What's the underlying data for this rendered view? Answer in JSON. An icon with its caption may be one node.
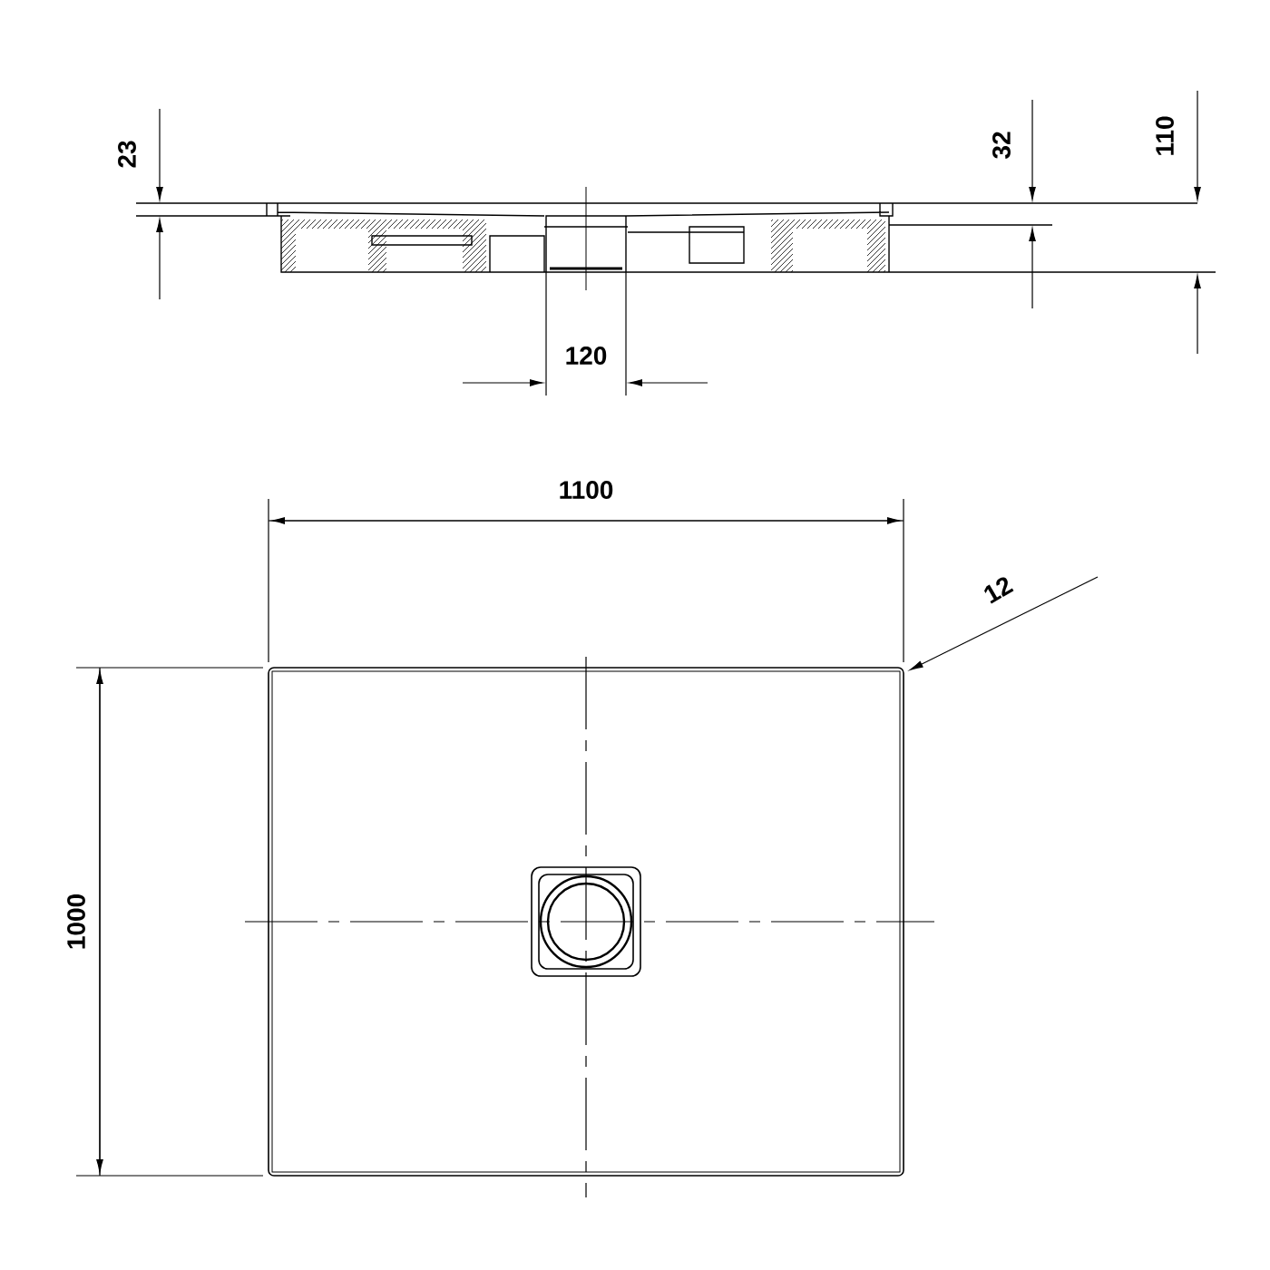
{
  "diagram": {
    "labels": [
      "23",
      "32",
      "110",
      "120",
      "1100",
      "12",
      "1000"
    ]
  }
}
